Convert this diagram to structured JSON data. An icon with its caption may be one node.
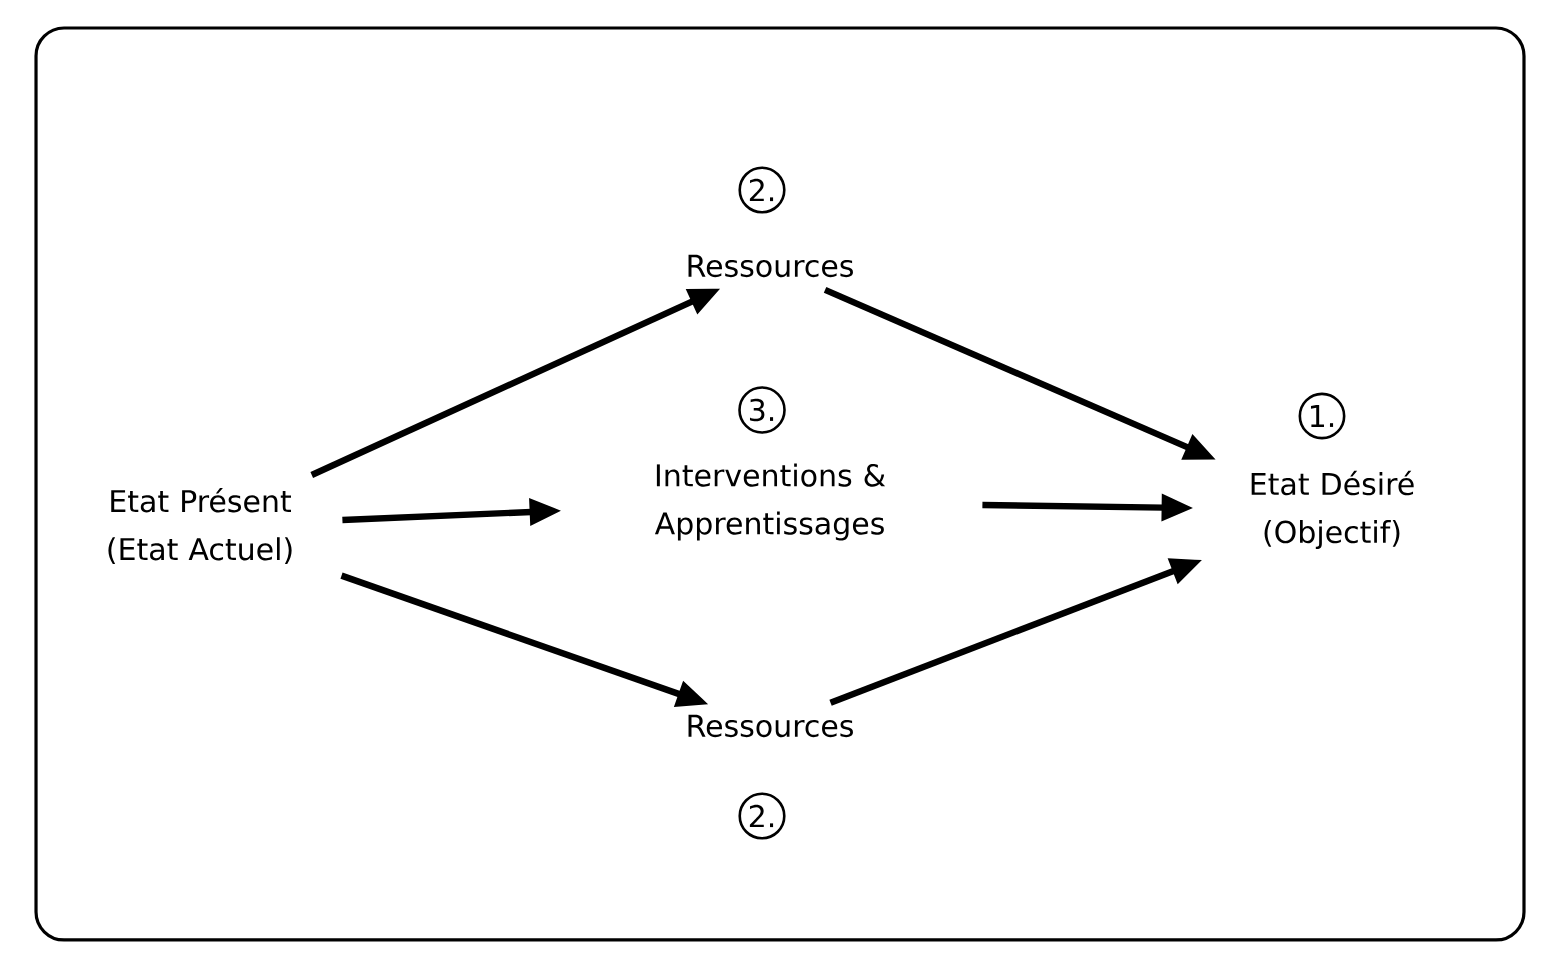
{
  "diagram": {
    "nodes": [
      {
        "text": [
          "Etat Présent (Etat Actuel)"
        ]
      },
      {
        "text": [
          "Ressources"
        ],
        "beside": [
          "2."
        ]
      },
      {
        "text": [
          "Interventions & Apprentissages"
        ],
        "beside": [
          "3."
        ]
      },
      {
        "text": [
          "Ressources"
        ],
        "beside": [
          "2."
        ]
      },
      {
        "text": [
          "Etat Désiré (Objectif)"
        ],
        "beside": [
          "1."
        ]
      }
    ],
    "edges": [
      {
        "from": 0,
        "to": 1,
        "arrow": "to"
      },
      {
        "from": 0,
        "to": 2,
        "arrow": "to"
      },
      {
        "from": 0,
        "to": 3,
        "arrow": "to"
      },
      {
        "from": 1,
        "to": 4,
        "arrow": "to"
      },
      {
        "from": 2,
        "to": 4,
        "arrow": "to"
      },
      {
        "from": 3,
        "to": 4,
        "arrow": "to"
      }
    ]
  }
}
